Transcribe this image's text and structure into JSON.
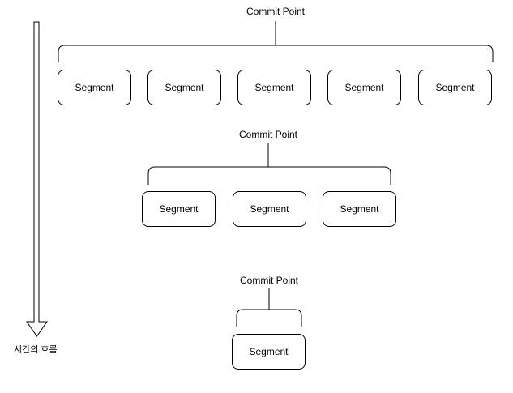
{
  "diagram": {
    "colors": {
      "stroke": "#000000",
      "shape_fill": "#ffffff",
      "background": "#ffffff"
    },
    "time_axis": {
      "label": "시간의 흐름"
    },
    "groups": [
      {
        "label": "Commit Point",
        "segments": [
          "Segment",
          "Segment",
          "Segment",
          "Segment",
          "Segment"
        ]
      },
      {
        "label": "Commit Point",
        "segments": [
          "Segment",
          "Segment",
          "Segment"
        ]
      },
      {
        "label": "Commit Point",
        "segments": [
          "Segment"
        ]
      }
    ]
  }
}
